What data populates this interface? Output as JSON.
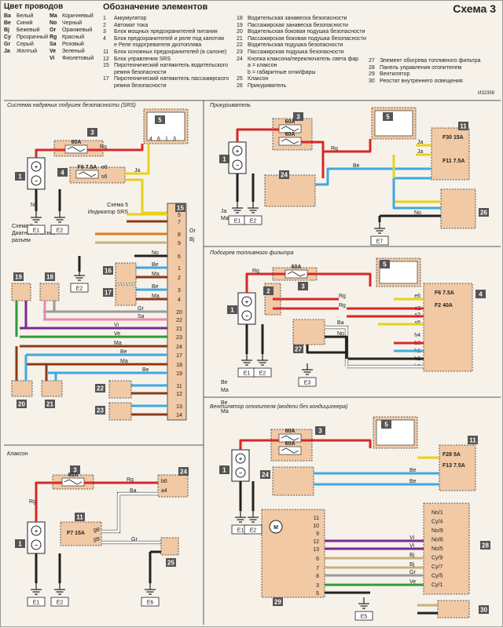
{
  "header": {
    "wire_colors_title": "Цвет проводов",
    "elements_title": "Обозначение элементов",
    "scheme_title": "Схема 3",
    "code": "И32359"
  },
  "wire_colors": [
    {
      "code": "Ba",
      "name": "Белый"
    },
    {
      "code": "Be",
      "name": "Синий"
    },
    {
      "code": "Bj",
      "name": "Бежевый"
    },
    {
      "code": "Cy",
      "name": "Прозрачный"
    },
    {
      "code": "Gr",
      "name": "Серый"
    },
    {
      "code": "Ja",
      "name": "Желтый"
    },
    {
      "code": "Ma",
      "name": "Коричневый"
    },
    {
      "code": "No",
      "name": "Черный"
    },
    {
      "code": "Or",
      "name": "Оранжевый"
    },
    {
      "code": "Rg",
      "name": "Красный"
    },
    {
      "code": "Sa",
      "name": "Розовый"
    },
    {
      "code": "Ve",
      "name": "Зеленый"
    },
    {
      "code": "Vi",
      "name": "Фиолетовый"
    }
  ],
  "elements_col1": [
    {
      "n": "1",
      "t": "Аккумулятор"
    },
    {
      "n": "2",
      "t": "Автомат тока"
    },
    {
      "n": "3",
      "t": "Блок мощных предохранителей питания"
    },
    {
      "n": "4",
      "t": "Блок предохранителей и реле под капотом"
    },
    {
      "n": "",
      "t": "е       Реле подогревателя дизтоплива"
    },
    {
      "n": "11",
      "t": "Блок основных предохранителей (в салоне)"
    },
    {
      "n": "12",
      "t": "Блок управления SRS"
    },
    {
      "n": "15",
      "t": "Пиротехнический натяжитель водительского"
    },
    {
      "n": "",
      "t": "ремня безопасности"
    },
    {
      "n": "17",
      "t": "Пиротехнический натяжитель пассажирского"
    },
    {
      "n": "",
      "t": "ремня безопасности"
    }
  ],
  "elements_col2": [
    {
      "n": "18",
      "t": "Водительская занавеска безопасности"
    },
    {
      "n": "19",
      "t": "Пассажирская занавеска безопасности"
    },
    {
      "n": "20",
      "t": "Водительская боковая подушка безопасности"
    },
    {
      "n": "21",
      "t": "Пассажирская боковая подушка безопасности"
    },
    {
      "n": "22",
      "t": "Водительская подушка безопасности"
    },
    {
      "n": "23",
      "t": "Пассажирская подушка безопасности"
    },
    {
      "n": "24",
      "t": "Кнопка клаксона/переключатель света фар"
    },
    {
      "n": "",
      "t": "а = клаксон"
    },
    {
      "n": "",
      "t": "b = габаритные огни/фары"
    },
    {
      "n": "25",
      "t": "Клаксон"
    },
    {
      "n": "26",
      "t": "Прикуриватель"
    }
  ],
  "elements_col3": [
    {
      "n": "27",
      "t": "Элемент обогрева топливного фильтра"
    },
    {
      "n": "28",
      "t": "Панель управления отопителем"
    },
    {
      "n": "29",
      "t": "Вентилятор"
    },
    {
      "n": "30",
      "t": "Реостат внутреннего освещения"
    }
  ],
  "sections": {
    "srs": "Система надувных подушек безопасности (SRS)",
    "lighter": "Прикуриватель",
    "fuel_heater": "Подогрев топливного фильтра",
    "horn": "Клаксон",
    "fan": "Вентилятор отопителя (модели без кондиционера)"
  },
  "notes": {
    "scheme5": "Схема 5",
    "srs_indicator": "Индикатор SRS",
    "scheme2": "Схема 2",
    "diag1": "Диагностический",
    "diag2": "разъем"
  },
  "colors": {
    "wire_red": "#d62828",
    "wire_yellow": "#e6d21c",
    "wire_blue": "#3fa9df",
    "wire_black": "#222222",
    "wire_brown": "#8b3a1a",
    "wire_grey": "#9a9a9a",
    "wire_pink": "#e58ab0",
    "wire_violet": "#7a2a90",
    "wire_green": "#2e9a3a",
    "wire_orange": "#e07a1a",
    "wire_beige": "#c9b07a",
    "wire_white": "#ffffff",
    "box_fill": "#f1c9a5",
    "label_fill": "#555555"
  }
}
